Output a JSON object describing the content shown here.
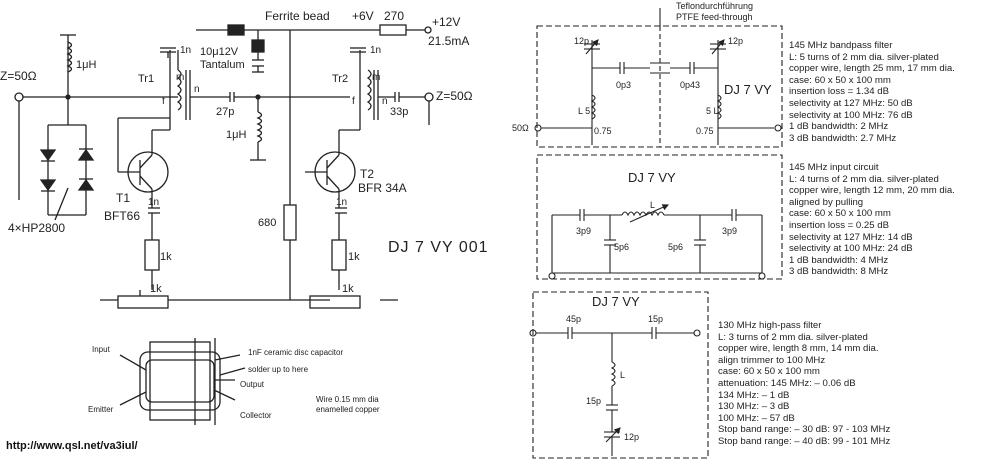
{
  "amplifier": {
    "impedance_in": "Z=50Ω",
    "impedance_out": "Z=50Ω",
    "ferrite_bead": "Ferrite bead",
    "supply_plus6": "+6V",
    "resistor_270": "270",
    "supply_12v": "+12V",
    "current": "21.5mA",
    "choke_1uH_in": "1μH",
    "tantalum_line1": "10μ12V",
    "tantalum_line2": "Tantalum",
    "cap_1n_a": "1n",
    "cap_1n_b": "1n",
    "cap_1n_c": "1n",
    "cap_1n_d": "1n",
    "tr1": "Tr1",
    "tr2": "Tr2",
    "tap_m1": "m",
    "tap_n1": "n",
    "tap_f1": "f",
    "tap_m2": "m",
    "tap_n2": "n",
    "tap_f2": "f",
    "cap_27p": "27p",
    "cap_33p": "33p",
    "choke_1uH_mid": "1μH",
    "diodes": "4×HP2800",
    "t1": "T1",
    "t1_type": "BFT66",
    "t2": "T2",
    "t2_type": "BFR 34A",
    "r_680": "680",
    "r_1k_a": "1k",
    "r_1k_b": "1k",
    "pot_1k_a": "1k",
    "pot_1k_b": "1k",
    "title": "DJ 7 VY 001"
  },
  "transformer_detail": {
    "input": "Input",
    "emitter": "Emitter",
    "ceramic": "1nF ceramic disc capacitor",
    "solder": "solder up to here",
    "output": "Output",
    "collector": "Collector",
    "wire_line1": "Wire 0.15 mm dia",
    "wire_line2": "enamelled copper"
  },
  "url": "http://www.qsl.net/va3iul/",
  "bandpass": {
    "feedthrough_line1": "Teflondurchführung",
    "feedthrough_line2": "PTFE feed-through",
    "c_12p_left": "12p",
    "c_12p_right": "12p",
    "c_0p3": "0p3",
    "c_0p43": "0p43",
    "label": "DJ 7 VY",
    "l5_left": "L 5",
    "l5_right": "5 L",
    "tap_left": "0.75",
    "tap_right": "0.75",
    "port": "50Ω",
    "specs": [
      "145 MHz bandpass filter",
      "L: 5 turns of 2 mm dia. silver-plated",
      "copper wire, length 25 mm, 17 mm dia.",
      "case: 60 x 50 x 100 mm",
      "insertion loss = 1.34 dB",
      "selectivity at 127 MHz: 50 dB",
      "selectivity at 100 MHz: 76 dB",
      "1 dB bandwidth: 2 MHz",
      "3 dB bandwidth: 2.7 MHz"
    ]
  },
  "input_circuit": {
    "label": "DJ 7 VY",
    "c_3p9_left": "3p9",
    "c_3p9_right": "3p9",
    "c_5p6_left": "5p6",
    "c_5p6_right": "5p6",
    "inductor": "L",
    "specs": [
      "145 MHz input circuit",
      "L: 4 turns of 2 mm dia. silver-plated",
      "copper wire, length 12 mm, 20 mm dia.",
      "aligned by pulling",
      "case: 60 x 50 x 100 mm",
      "insertion loss = 0.25 dB",
      "selectivity at 127 MHz: 14 dB",
      "selectivity at 100 MHz: 24 dB",
      "1 dB bandwidth: 4 MHz",
      "3 dB bandwidth: 8 MHz"
    ]
  },
  "highpass": {
    "label": "DJ 7 VY",
    "c_45p": "45p",
    "c_15p_top": "15p",
    "c_15p_shunt": "15p",
    "c_12p": "12p",
    "inductor": "L",
    "specs": [
      "130 MHz high-pass filter",
      "L: 3 turns of 2 mm dia. silver-plated",
      "copper wire, length 8 mm, 14 mm dia.",
      "align trimmer to 100 MHz",
      "case: 60 x 50 x 100 mm",
      "attenuation: 145 MHz: – 0.06 dB",
      "134 MHz: – 1 dB",
      "130 MHz: – 3 dB",
      "100 MHz: – 57 dB",
      "Stop band range: – 30 dB: 97 - 103 MHz",
      "Stop band range: – 40 dB: 99 - 101 MHz"
    ]
  }
}
